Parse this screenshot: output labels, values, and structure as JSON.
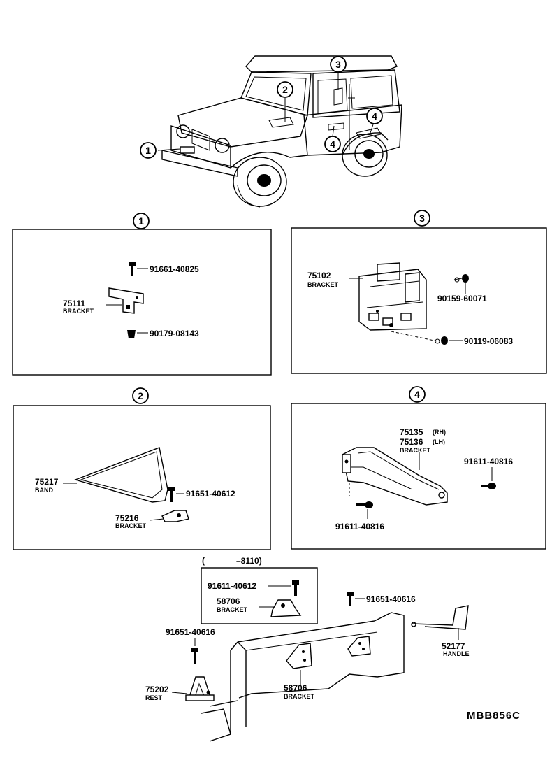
{
  "callouts": {
    "c1": "1",
    "c2": "2",
    "c3": "3",
    "c4": "4"
  },
  "panel1": {
    "bolt_part": "91661-40825",
    "bracket_part": "75111",
    "bracket_name": "BRACKET",
    "nut_part": "90179-08143"
  },
  "panel3": {
    "bracket_part": "75102",
    "bracket_name": "BRACKET",
    "clip_part": "90159-60071",
    "clip2_part": "90119-06083"
  },
  "panel2": {
    "band_part": "75217",
    "band_name": "BAND",
    "bolt_part": "91651-40612",
    "bracket_part": "75216",
    "bracket_name": "BRACKET"
  },
  "panel4": {
    "rh_part": "75135",
    "rh_suffix": "(RH)",
    "lh_part": "75136",
    "lh_suffix": "(LH)",
    "bracket_name": "BRACKET",
    "bolt_right_part": "91611-40816",
    "bolt_left_part": "91611-40816"
  },
  "bottom": {
    "inset_label_open": "(",
    "inset_label_range": "–8110)",
    "inset_bolt_part": "91611-40612",
    "inset_bracket_part": "58706",
    "inset_bracket_name": "BRACKET",
    "top_bolt_part": "91651-40616",
    "handle_part": "52177",
    "handle_name": "HANDLE",
    "left_bolt_part": "91651-40616",
    "rest_part": "75202",
    "rest_name": "REST",
    "bracket_part": "58706",
    "bracket_name": "BRACKET",
    "drawing_code": "MBB856C"
  }
}
